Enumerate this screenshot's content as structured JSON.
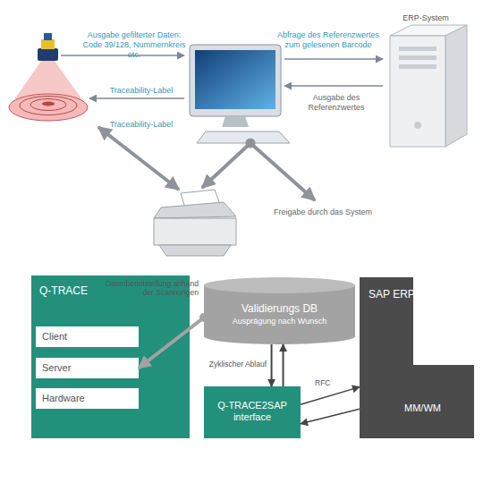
{
  "diagram": {
    "nodes": [
      {
        "text": [
          "Q-TRACE"
        ]
      },
      {
        "text": [
          "Client"
        ],
        "in": 0
      },
      {
        "text": [
          "Server"
        ],
        "in": 0
      },
      {
        "text": [
          "Hardware"
        ],
        "in": 0
      },
      {
        "text": [
          "Validierungs DB",
          "Ausprägung nach Wunsch"
        ]
      },
      {
        "text": [
          "Q-TRACE2SAP interface"
        ]
      },
      {
        "text": [
          "SAP ERP"
        ]
      },
      {
        "text": [
          "MM/WM"
        ],
        "in": 6
      }
    ],
    "edges": [
      {
        "from": 4,
        "to": 2,
        "arrow": "to",
        "label": "Datenbereitstellung anhand der Scannungen"
      },
      {
        "from": 4,
        "to": 5,
        "arrow": "to",
        "label": "Zyklischer Ablauf"
      },
      {
        "from": 5,
        "to": 4,
        "arrow": "to"
      },
      {
        "from": 5,
        "to": 7,
        "arrow": "to",
        "label": "RFC"
      },
      {
        "from": 7,
        "to": 5,
        "arrow": "to"
      }
    ],
    "labels": [
      "Ausgabe gefilterter Daten: Code 39/128, Nummernkreis etc.",
      "Traceability-Label",
      "Traceability-Label",
      "Abfrage des Referenzwertes zum gelesenen Barcode",
      "ERP-System",
      "Ausgabe des Referenzwertes",
      "Freigabe durch das System"
    ]
  }
}
